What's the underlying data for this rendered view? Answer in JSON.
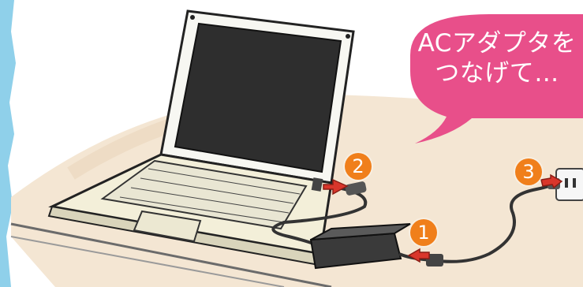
{
  "speech_bubble": {
    "line1": "ACアダプタを",
    "line2": "つなげて…"
  },
  "steps": [
    {
      "label": "1"
    },
    {
      "label": "2"
    },
    {
      "label": "3"
    }
  ],
  "colors": {
    "badge": "#f07f1b",
    "bubble": "#e84f8a",
    "arrow": "#d9362b",
    "sky_edge": "#8fd0ea",
    "floor": "#f4e6d3"
  }
}
